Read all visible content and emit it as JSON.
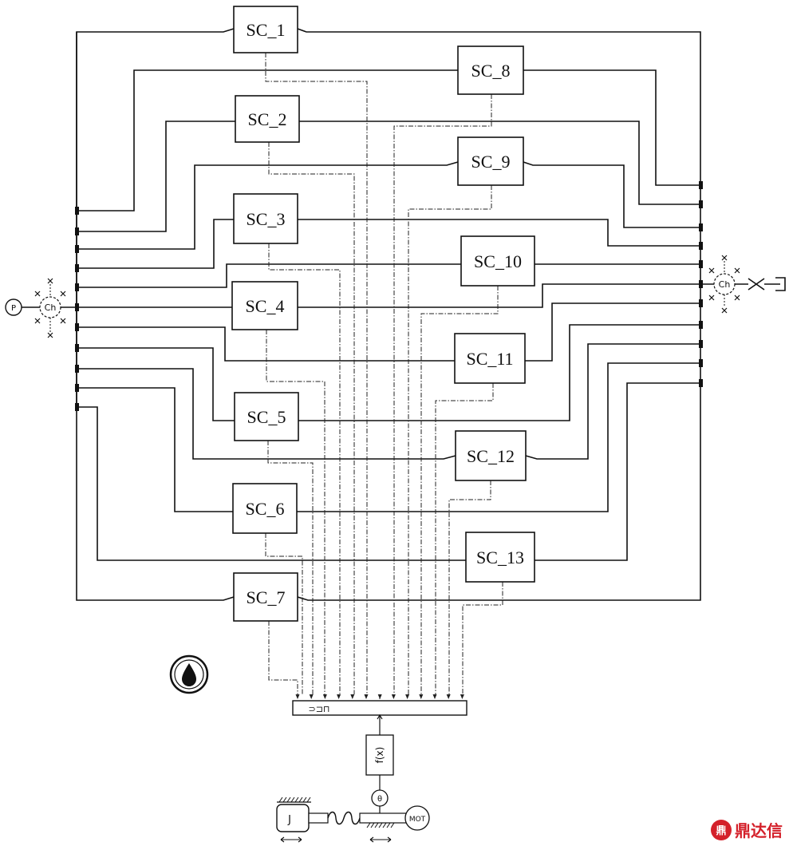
{
  "blocks": [
    {
      "id": "SC_1",
      "label": "SC_1"
    },
    {
      "id": "SC_2",
      "label": "SC_2"
    },
    {
      "id": "SC_3",
      "label": "SC_3"
    },
    {
      "id": "SC_4",
      "label": "SC_4"
    },
    {
      "id": "SC_5",
      "label": "SC_5"
    },
    {
      "id": "SC_6",
      "label": "SC_6"
    },
    {
      "id": "SC_7",
      "label": "SC_7"
    },
    {
      "id": "SC_8",
      "label": "SC_8"
    },
    {
      "id": "SC_9",
      "label": "SC_9"
    },
    {
      "id": "SC_10",
      "label": "SC_10"
    },
    {
      "id": "SC_11",
      "label": "SC_11"
    },
    {
      "id": "SC_12",
      "label": "SC_12"
    },
    {
      "id": "SC_13",
      "label": "SC_13"
    }
  ],
  "components": {
    "pressure_source": "P",
    "left_chamber": "Ch",
    "right_chamber": "Ch",
    "inertia": "J",
    "motor": "MOT",
    "function_block": "f(x)",
    "angle_sensor": "θ",
    "signal_bus": "⊃⊐⊓"
  },
  "watermark": {
    "text": "鼎达信"
  },
  "colors": {
    "line": "#111111",
    "watermark": "#d4202a"
  }
}
